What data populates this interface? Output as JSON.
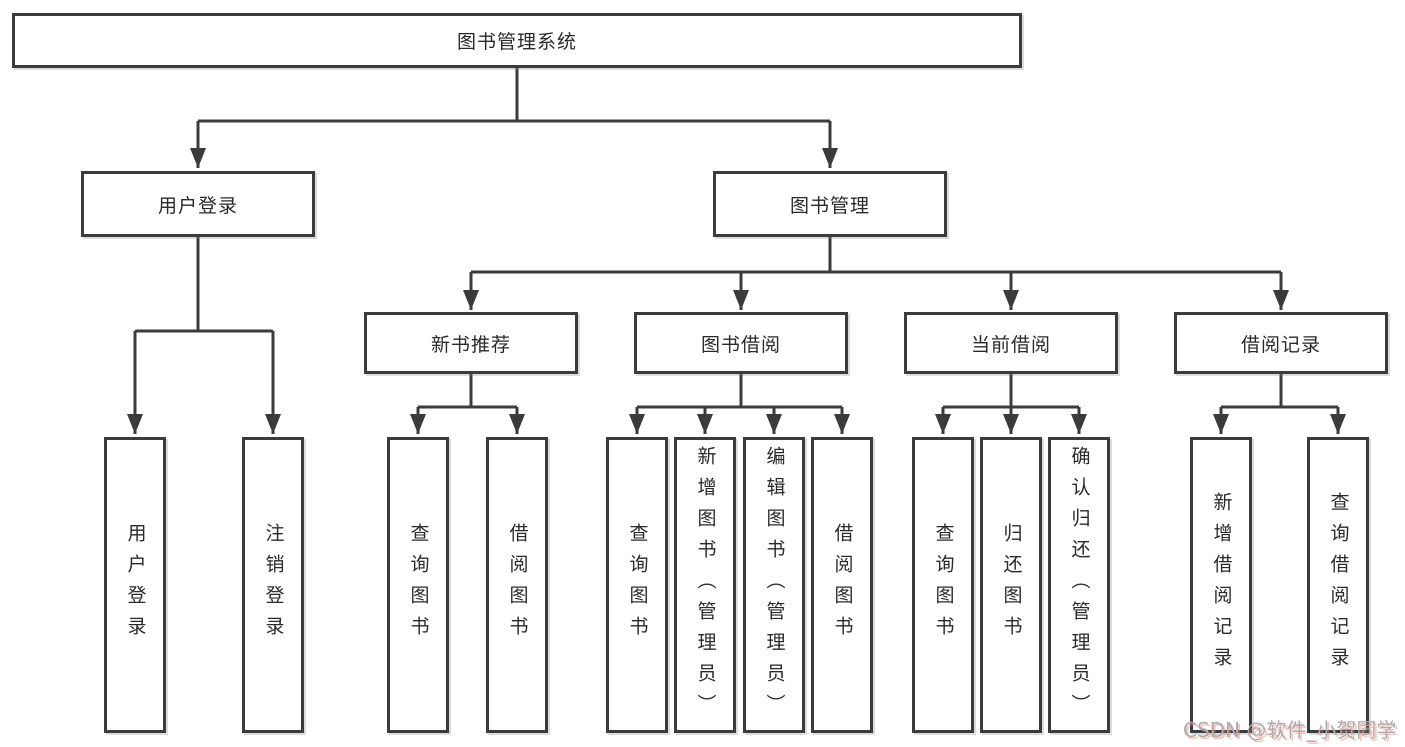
{
  "colors": {
    "background": "#ffffff",
    "box_border": "#3b3b3e",
    "line": "#3b3b3e",
    "text": "#2a2a2a",
    "watermark_gray": "#a9adb2",
    "watermark_shadow_red": "#fa7864"
  },
  "diagram": {
    "title": "图书管理系统",
    "branches": [
      {
        "label": "用户登录",
        "children": [
          {
            "label": "用户登录"
          },
          {
            "label": "注销登录"
          }
        ]
      },
      {
        "label": "图书管理",
        "children": [
          {
            "label": "新书推荐",
            "children": [
              {
                "label": "查询图书"
              },
              {
                "label": "借阅图书"
              }
            ]
          },
          {
            "label": "图书借阅",
            "children": [
              {
                "label": "查询图书"
              },
              {
                "label": "新增图书（管理员）"
              },
              {
                "label": "编辑图书（管理员）"
              },
              {
                "label": "借阅图书"
              }
            ]
          },
          {
            "label": "当前借阅",
            "children": [
              {
                "label": "查询图书"
              },
              {
                "label": "归还图书"
              },
              {
                "label": "确认归还（管理员）"
              }
            ]
          },
          {
            "label": "借阅记录",
            "children": [
              {
                "label": "新增借阅记录"
              },
              {
                "label": "查询借阅记录"
              }
            ]
          }
        ]
      }
    ]
  },
  "watermark": {
    "text": "CSDN @软件_小贺同学"
  }
}
